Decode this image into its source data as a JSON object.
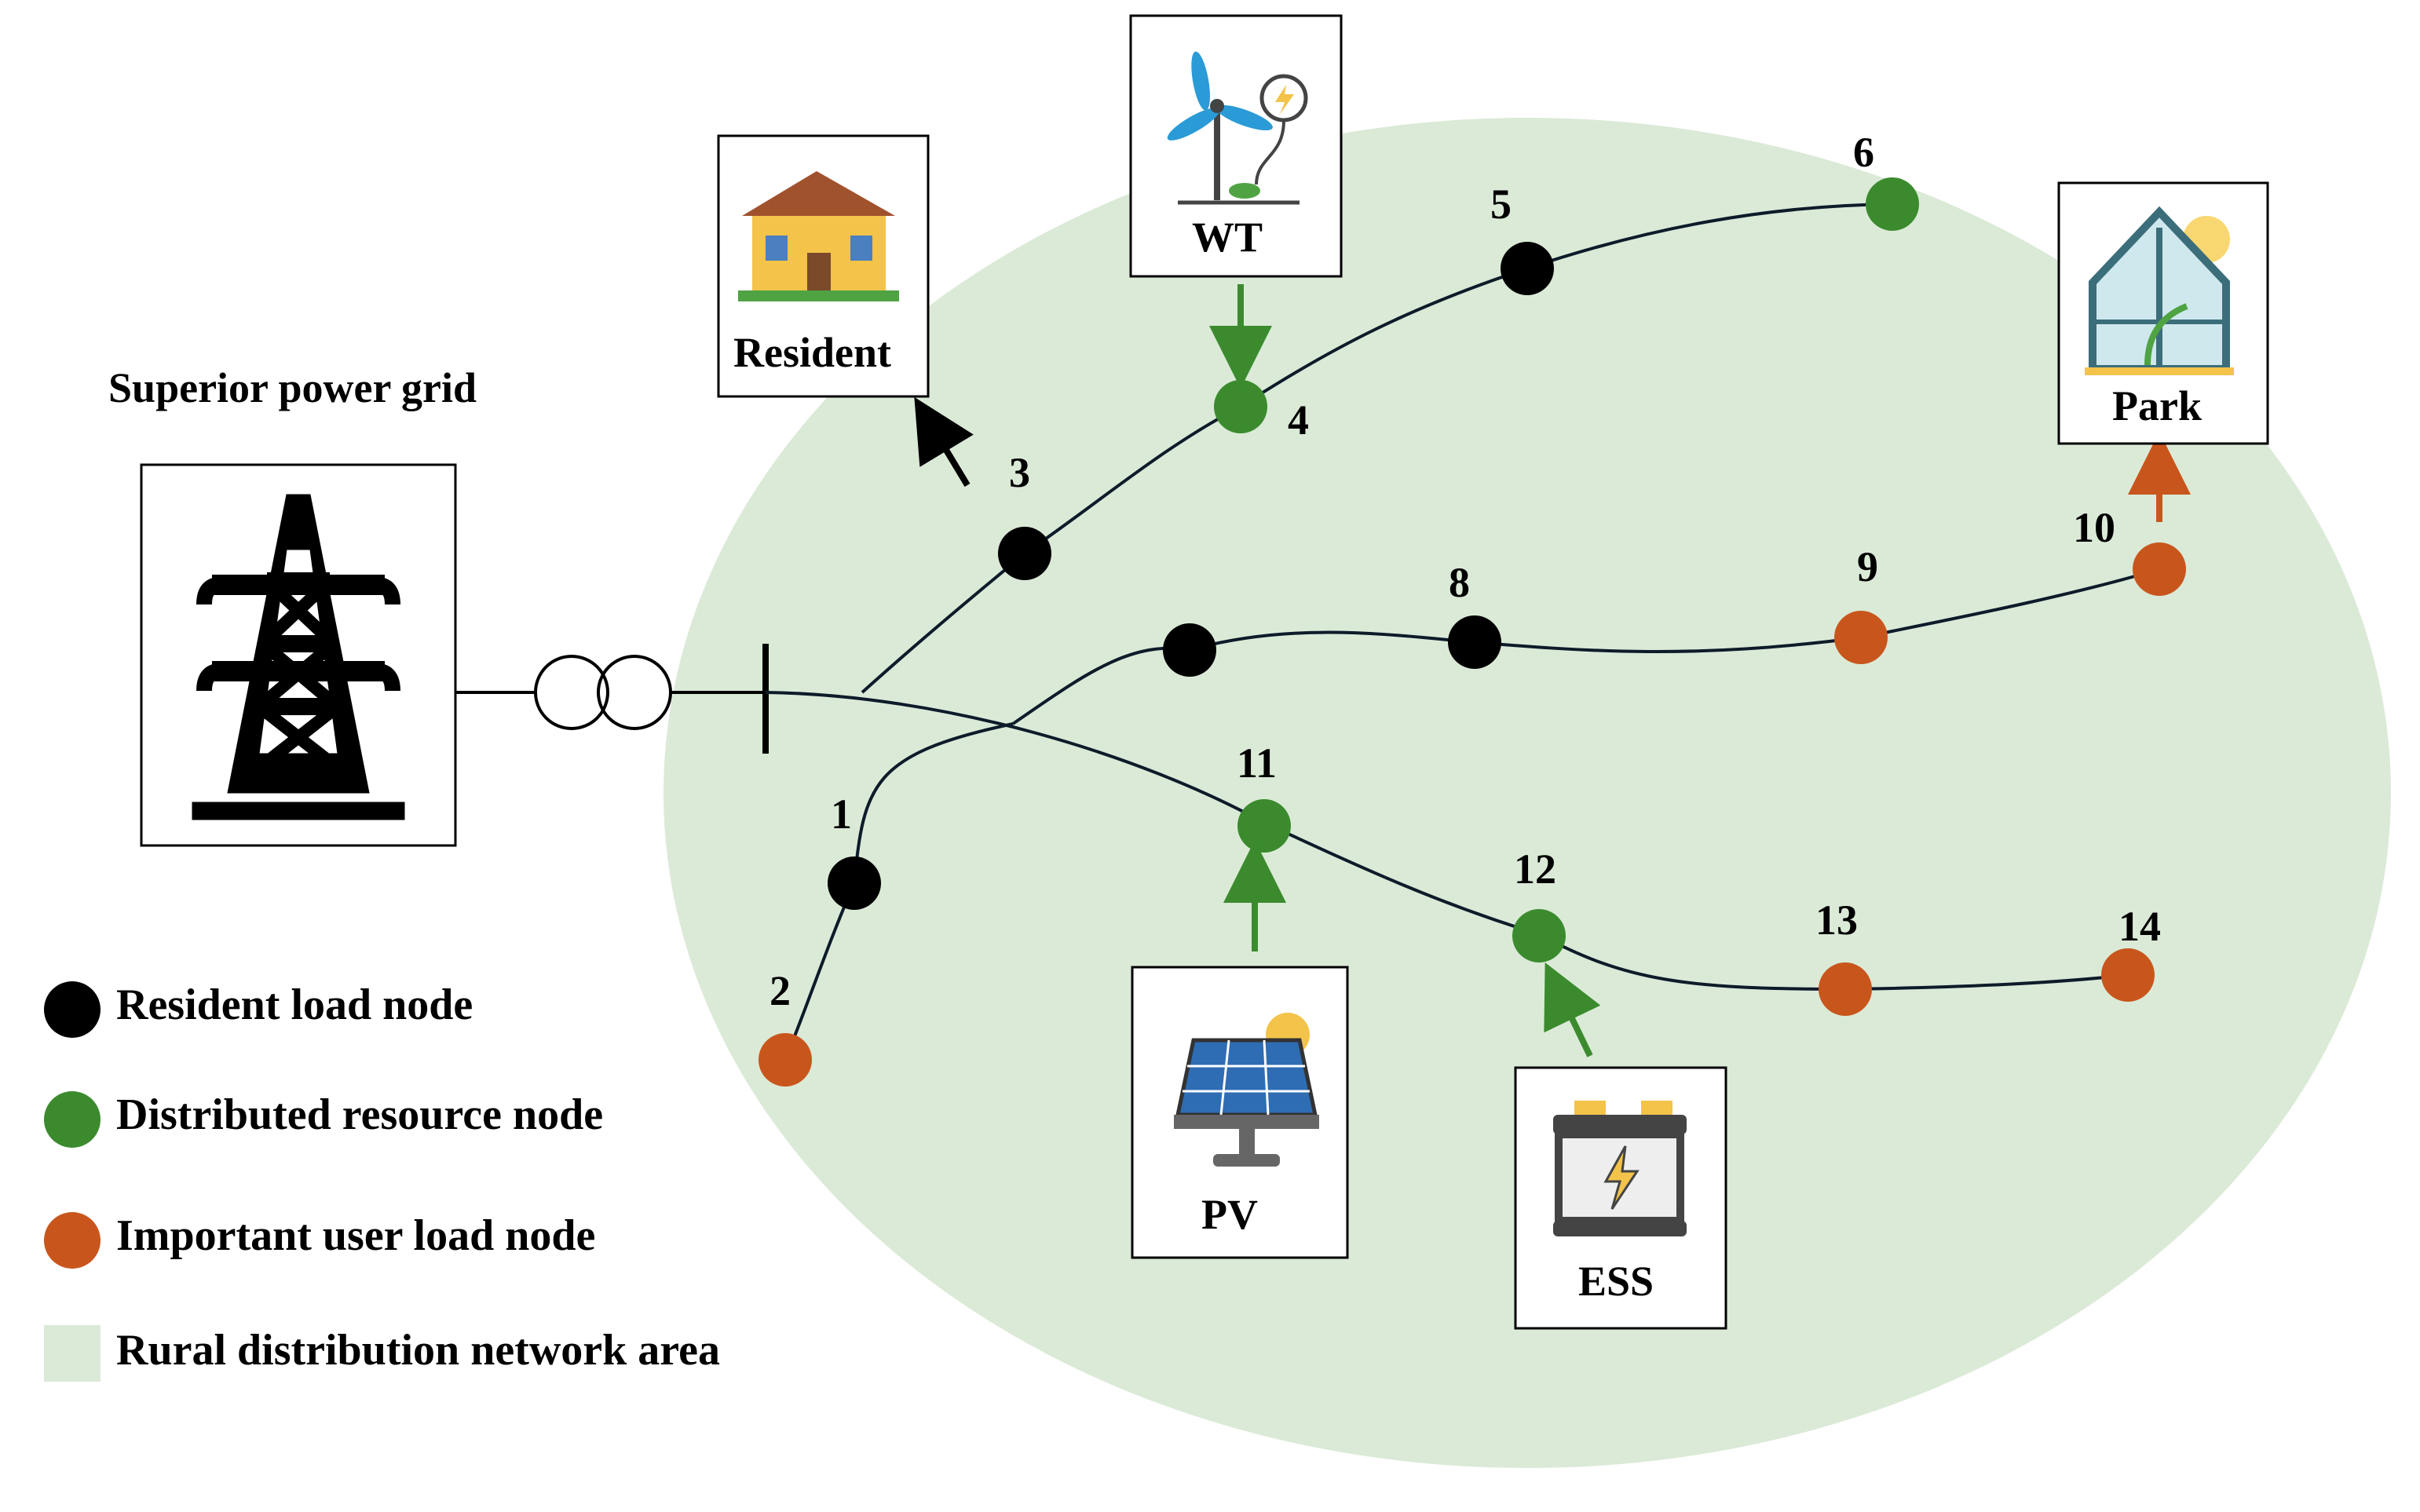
{
  "title": "Superior power grid",
  "colors": {
    "area": "#dbead7",
    "line": "#0d1b2a",
    "resident": "#000000",
    "distributed": "#3b8b2e",
    "important": "#c8561c",
    "arrow_resident": "#000000",
    "arrow_distributed": "#3b8b2e",
    "arrow_important": "#c8561c"
  },
  "nodes": [
    {
      "id": "1",
      "label": "1",
      "type": "resident"
    },
    {
      "id": "2",
      "label": "2",
      "type": "important"
    },
    {
      "id": "3",
      "label": "3",
      "type": "resident"
    },
    {
      "id": "4",
      "label": "4",
      "type": "distributed"
    },
    {
      "id": "5",
      "label": "5",
      "type": "resident"
    },
    {
      "id": "6",
      "label": "6",
      "type": "distributed"
    },
    {
      "id": "7",
      "label": "",
      "type": "resident"
    },
    {
      "id": "8",
      "label": "8",
      "type": "resident"
    },
    {
      "id": "9",
      "label": "9",
      "type": "important"
    },
    {
      "id": "10",
      "label": "10",
      "type": "important"
    },
    {
      "id": "11",
      "label": "11",
      "type": "distributed"
    },
    {
      "id": "12",
      "label": "12",
      "type": "distributed"
    },
    {
      "id": "13",
      "label": "13",
      "type": "important"
    },
    {
      "id": "14",
      "label": "14",
      "type": "important"
    }
  ],
  "boxes": {
    "resident": {
      "label": "Resident",
      "icon": "house-icon"
    },
    "wt": {
      "label": "WT",
      "icon": "wind-turbine-icon"
    },
    "park": {
      "label": "Park",
      "icon": "greenhouse-icon"
    },
    "pv": {
      "label": "PV",
      "icon": "solar-panel-icon"
    },
    "ess": {
      "label": "ESS",
      "icon": "battery-icon"
    },
    "grid": {
      "label": "",
      "icon": "transmission-tower-icon"
    }
  },
  "legend": [
    {
      "label": "Resident load node",
      "type": "resident"
    },
    {
      "label": "Distributed resource node",
      "type": "distributed"
    },
    {
      "label": "Important user load node",
      "type": "important"
    },
    {
      "label": "Rural distribution network area",
      "type": "area"
    }
  ]
}
